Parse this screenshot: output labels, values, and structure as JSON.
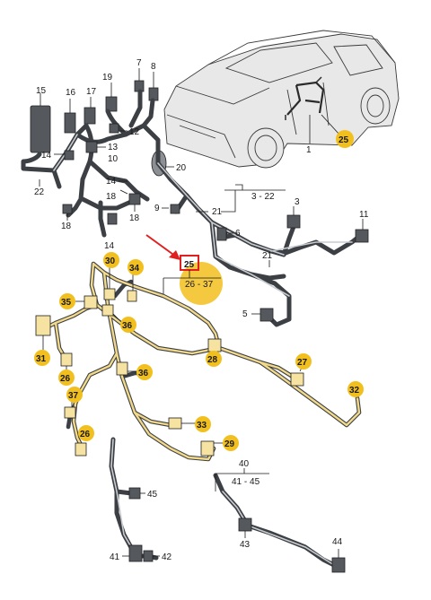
{
  "labels": {
    "l1": "1",
    "l3": "3",
    "l5": "5",
    "l6": "6",
    "l7": "7",
    "l8": "8",
    "l9": "9",
    "l10": "10",
    "l11": "11",
    "l12": "12",
    "l13": "13",
    "l14a": "14",
    "l14b": "14",
    "l14c": "14",
    "l15": "15",
    "l16": "16",
    "l17": "17",
    "l18a": "18",
    "l18b": "18",
    "l18c": "18",
    "l19": "19",
    "l20": "20",
    "l21a": "21",
    "l21b": "21",
    "l22": "22",
    "l25top": "25",
    "l25box": "25",
    "l26a": "26",
    "l26b": "26",
    "l27": "27",
    "l28": "28",
    "l29": "29",
    "l30": "30",
    "l31": "31",
    "l32": "32",
    "l33": "33",
    "l34": "34",
    "l35": "35",
    "l36a": "36",
    "l36b": "36",
    "l37": "37",
    "l40": "40",
    "l41": "41",
    "l42": "42",
    "l43": "43",
    "l44": "44",
    "l45": "45",
    "r_3_22": "3 - 22",
    "r_26_37": "26 - 37",
    "r_41_45": "41 - 45"
  },
  "colors": {
    "highlight": "#f2c01e",
    "callout_arrow": "#e02020",
    "callout_box": "#e02020",
    "wire": "#3c3f43"
  }
}
